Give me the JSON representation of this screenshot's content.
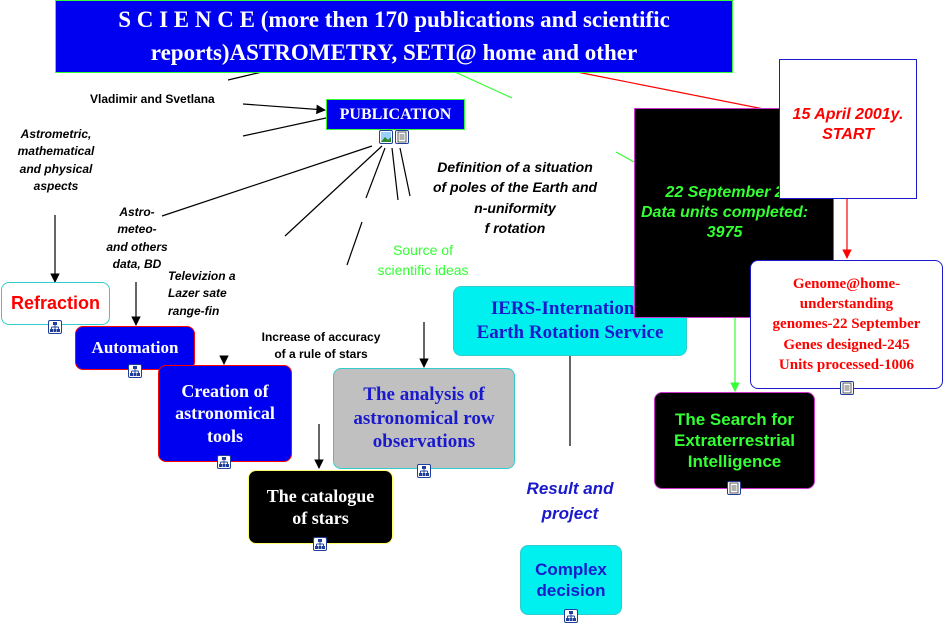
{
  "title": "S C I E N C E (more then 170 publications  and scientific reports)ASTROMETRY, SETI@ home and other",
  "publication": "PUBLICATION",
  "labels": {
    "authors": "Vladimir and Svetlana",
    "aspects": "Astrometric,\nmathematical\nand physical\naspects",
    "astro_meteo": "Astro-\nmeteo-\nand others\ndata, BD",
    "television": "Televizion a\nLazer sate\nrange-fin",
    "accuracy": "Increase of accuracy\nof a rule of stars",
    "source": "Source of\nscientific ideas",
    "poles": "Definition of a situation\nof poles of the Earth and\nn-uniformity\nf rotation",
    "result": "Result and\nproject"
  },
  "nodes": {
    "refraction": "Refraction",
    "automation": "Automation",
    "tools": "Creation of\nastronomical\ntools",
    "catalogue": "The catalogue\nof stars",
    "analysis": "The analysis of\nastronomical row\nobservations",
    "iers": "IERS-International\nEarth Rotation Service",
    "complex": "Complex\ndecision",
    "seti_data": "22 September 2\nData units completed:\n3975",
    "start": "15 April 2001y.\nSTART",
    "genome": "Genome@home-\nunderstanding\ngenomes-22 September\nGenes designed-245\nUnits processed-1006",
    "search": "The Search for\nExtraterrestrial\nIntelligence"
  },
  "icons": {
    "diagram": "tree-diagram-icon",
    "document": "document-icon",
    "image": "image-icon"
  },
  "colors": {
    "title_bg": "#0000f0",
    "title_text": "#ffffff",
    "red": "#ff0000",
    "green": "#33ff33",
    "cyan": "#00f0f0",
    "blue_text": "#1a1acc",
    "black": "#000000"
  }
}
